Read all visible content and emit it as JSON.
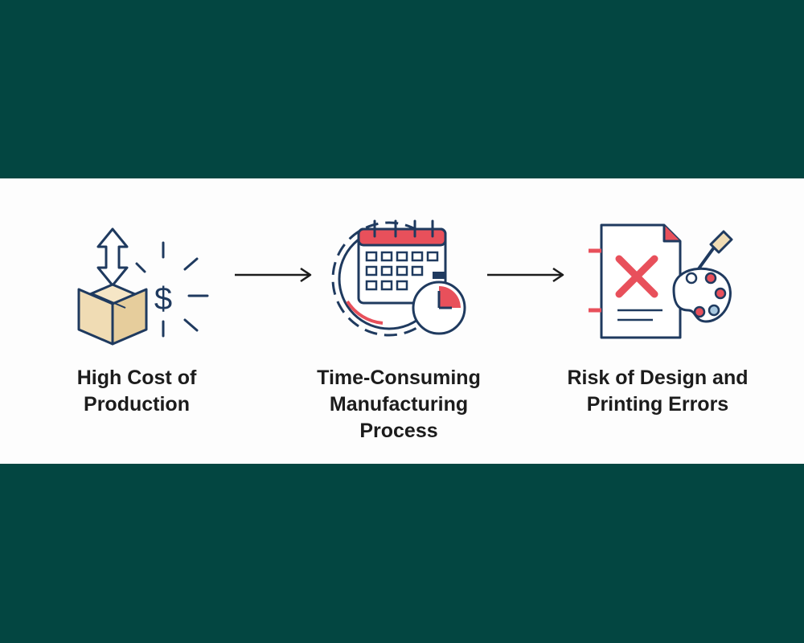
{
  "steps": [
    {
      "label": "High Cost of Production",
      "icon": "box-cost-icon"
    },
    {
      "label": "Time-Consuming Manufacturing Process",
      "icon": "calendar-gear-timer-icon"
    },
    {
      "label": "Risk of Design and Printing Errors",
      "icon": "document-error-palette-icon"
    }
  ],
  "colors": {
    "background": "#034641",
    "panel": "#fdfdfd",
    "outline": "#1f3a5f",
    "accent_red": "#e8505b",
    "box_fill": "#f0dcb4",
    "text": "#1c1c1c"
  }
}
